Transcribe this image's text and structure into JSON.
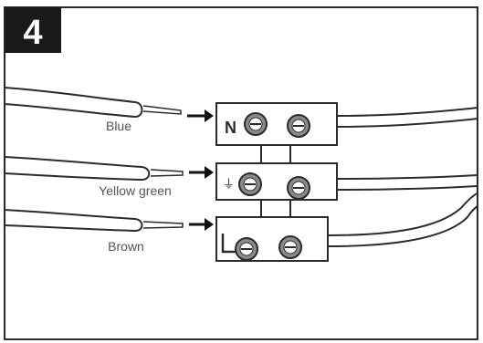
{
  "step": {
    "number": "4"
  },
  "wires": [
    {
      "label": "Blue",
      "terminal_symbol": "N"
    },
    {
      "label": "Yellow green",
      "terminal_symbol": "⏚"
    },
    {
      "label": "Brown",
      "terminal_symbol": "L"
    }
  ],
  "colors": {
    "line": "#2b2b2b",
    "label_text": "#555555",
    "badge_bg": "#1a1a1a",
    "badge_text": "#ffffff",
    "screw_fill": "#8a8a8a"
  }
}
